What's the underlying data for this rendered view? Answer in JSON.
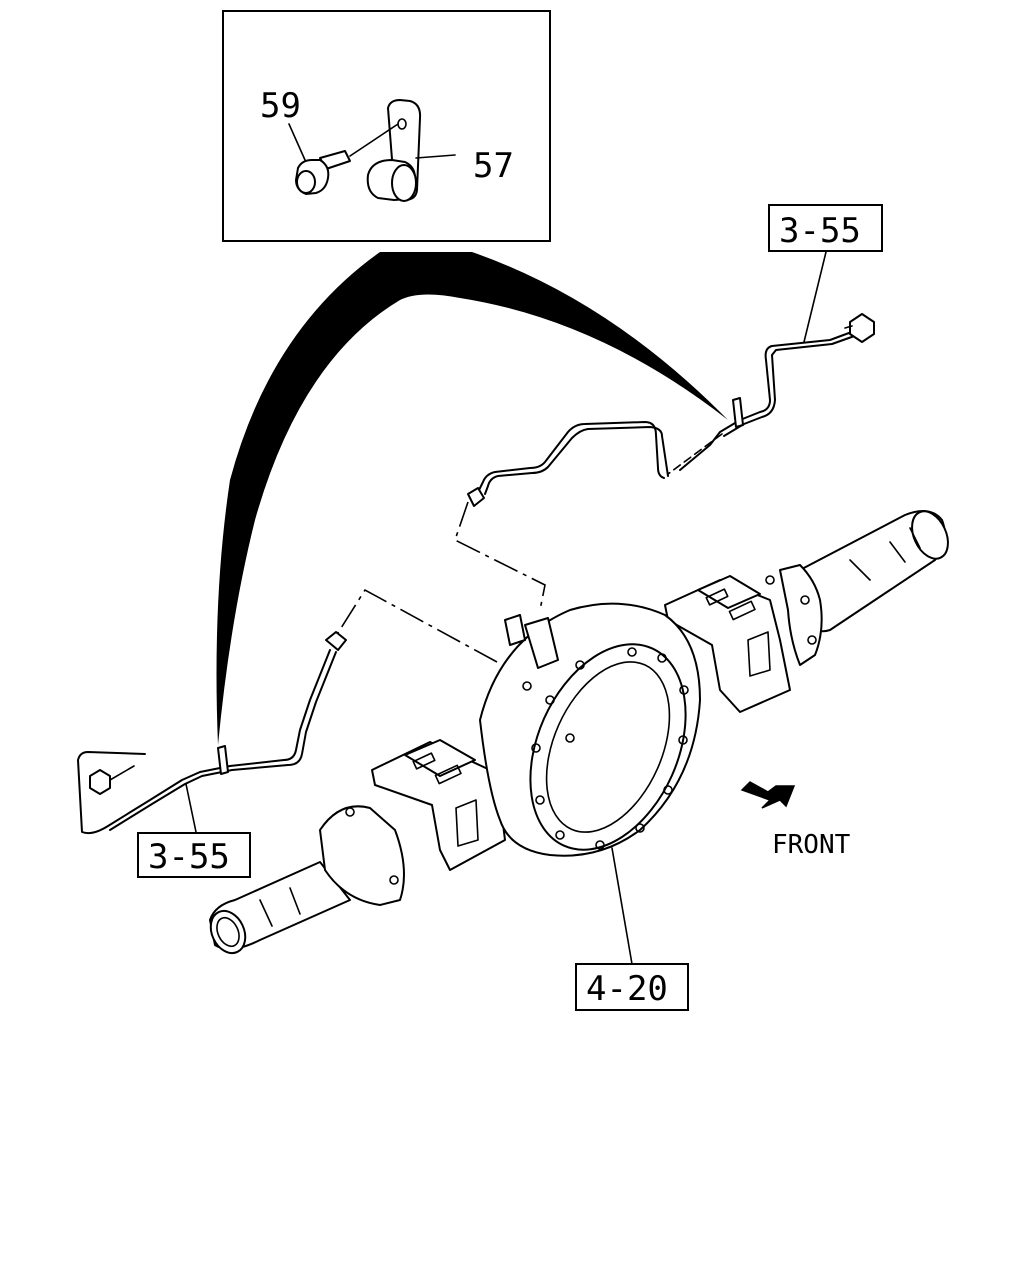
{
  "labels": {
    "bolt": "59",
    "clip": "57",
    "ref_top_right": "3-55",
    "ref_bottom_left": "3-55",
    "ref_axle": "4-20",
    "front": "FRONT"
  }
}
